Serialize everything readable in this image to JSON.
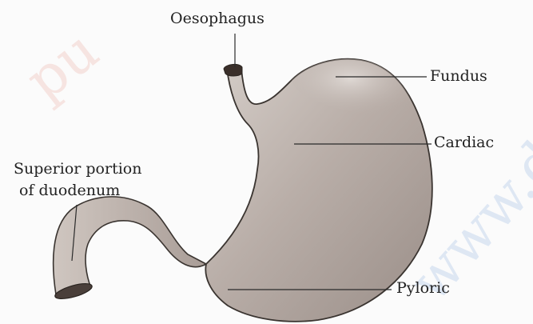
{
  "labels": {
    "oesophagus": "Oesophagus",
    "fundus": "Fundus",
    "cardiac": "Cardiac",
    "superior_line1": "Superior portion",
    "superior_line2": "of duodenum",
    "pyloric": "Pyloric"
  },
  "watermark": {
    "left": "pu",
    "right": "www.drea"
  },
  "colors": {
    "stomach_fill": "#b5aaa4",
    "stomach_highlight": "#d3cbc6",
    "stomach_shadow": "#8f837c",
    "outline": "#3a3430",
    "label_line": "#2a2a2a",
    "watermark_left": "#f0c9c2",
    "watermark_right": "#c7d6ec"
  }
}
